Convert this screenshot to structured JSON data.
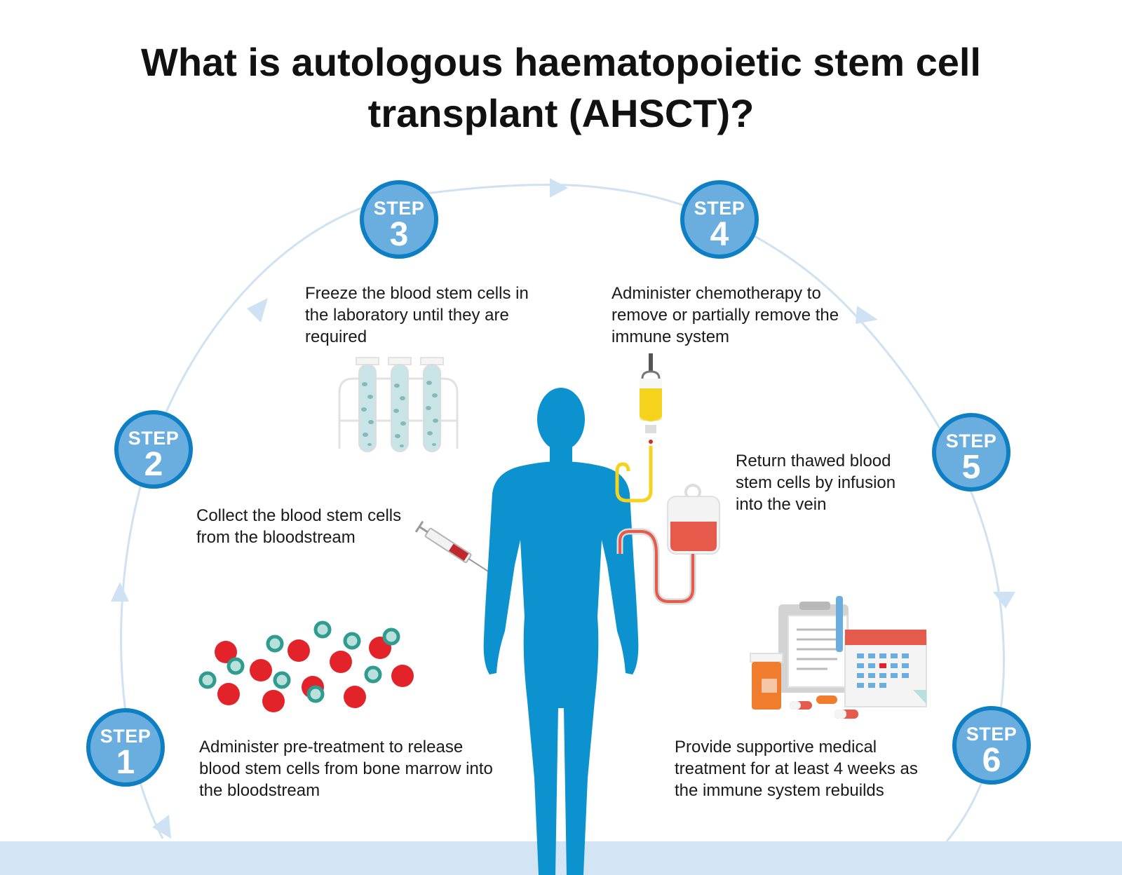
{
  "title": {
    "line1": "What is autologous haematopoietic stem cell",
    "line2": "transplant (AHSCT)?"
  },
  "steps": [
    {
      "label": "STEP",
      "number": "1",
      "text": "Administer pre-treatment to release blood stem cells from bone marrow into the bloodstream"
    },
    {
      "label": "STEP",
      "number": "2",
      "text": "Collect the blood stem cells from the bloodstream"
    },
    {
      "label": "STEP",
      "number": "3",
      "text": "Freeze the blood stem cells in the laboratory until they are required"
    },
    {
      "label": "STEP",
      "number": "4",
      "text": "Administer chemotherapy to remove or partially remove the immune system"
    },
    {
      "label": "STEP",
      "number": "5",
      "text": "Return thawed blood stem cells by infusion into the vein"
    },
    {
      "label": "STEP",
      "number": "6",
      "text": "Provide supportive medical treatment for at least 4 weeks as the immune system rebuilds"
    }
  ],
  "icons": {
    "cells": "blood-cells-icon",
    "syringe": "syringe-icon",
    "tubes": "test-tubes-icon",
    "chemo": "chemotherapy-drip-icon",
    "blood_bag": "blood-bag-icon",
    "person": "human-body-icon",
    "medical": "clipboard-calendar-pills-icon"
  },
  "colors": {
    "badge_fill": "#6aaee0",
    "badge_ring": "#0f7fc4",
    "body": "#0b92cf",
    "arc": "#cfe2f3",
    "red_cell": "#e2232a",
    "stem_cell": "#2f9c8f",
    "ground": "#d3e4f4"
  }
}
